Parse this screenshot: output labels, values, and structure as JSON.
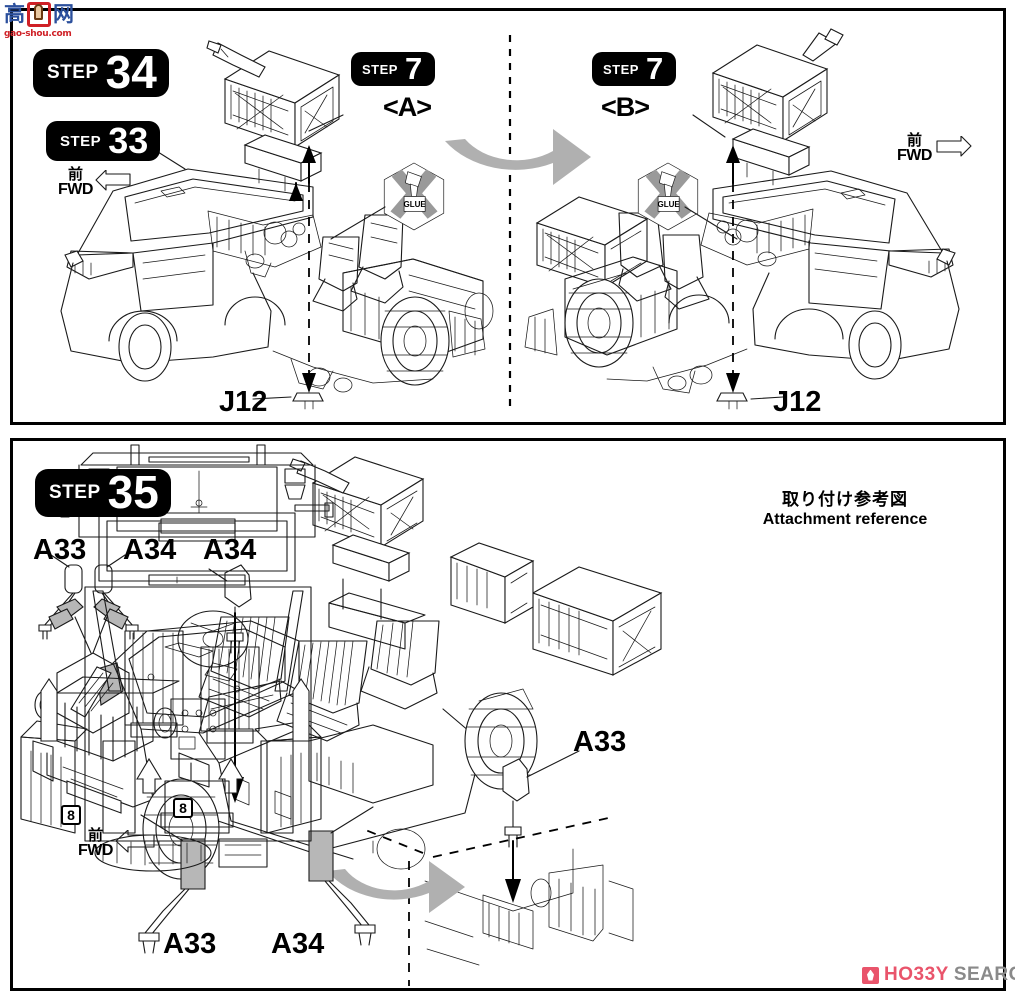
{
  "document": {
    "type": "model-kit-assembly-instructions",
    "watermark": {
      "cn_text": "高网",
      "url": "gao-shou.com"
    },
    "publisher_logo": {
      "part1": "HO33Y",
      "part2": "SEARCH"
    }
  },
  "panels": [
    {
      "id": "panel-top",
      "badges": [
        {
          "word": "STEP",
          "num": "34"
        },
        {
          "word": "STEP",
          "num": "33"
        },
        {
          "word": "STEP",
          "num": "7"
        },
        {
          "word": "STEP",
          "num": "7"
        }
      ],
      "variants": [
        "<A>",
        "<B>"
      ],
      "fwd_markers": [
        {
          "jp": "前",
          "en": "FWD",
          "direction": "left"
        },
        {
          "jp": "前",
          "en": "FWD",
          "direction": "right"
        }
      ],
      "part_labels": [
        {
          "text": "J12",
          "side": "left"
        },
        {
          "text": "J12",
          "side": "right"
        }
      ],
      "icons": [
        {
          "name": "no-glue-icon",
          "label": "GLUE",
          "meaning": "do-not-glue"
        },
        {
          "name": "no-glue-icon",
          "label": "GLUE",
          "meaning": "do-not-glue"
        },
        {
          "name": "rotate-arrow-icon",
          "meaning": "rotate-assembly"
        }
      ]
    },
    {
      "id": "panel-bottom",
      "badges": [
        {
          "word": "STEP",
          "num": "35"
        }
      ],
      "reference_caption": {
        "jp": "取り付け参考図",
        "en": "Attachment reference"
      },
      "fwd_markers": [
        {
          "jp": "前",
          "en": "FWD",
          "direction": "left"
        }
      ],
      "part_labels": [
        {
          "text": "A33",
          "position": "parts-tree-left"
        },
        {
          "text": "A34",
          "position": "parts-tree-right"
        },
        {
          "text": "A34",
          "position": "callout-upper"
        },
        {
          "text": "A33",
          "position": "callout-lower-right"
        },
        {
          "text": "A33",
          "position": "sprue-left"
        },
        {
          "text": "A34",
          "position": "sprue-right"
        }
      ],
      "box_numbers": [
        "8",
        "8"
      ],
      "icons": [
        {
          "name": "detail-hexagon-icon",
          "meaning": "mirror-mount-detail"
        },
        {
          "name": "rotate-arrow-icon",
          "meaning": "rotate-assembly"
        }
      ]
    }
  ]
}
